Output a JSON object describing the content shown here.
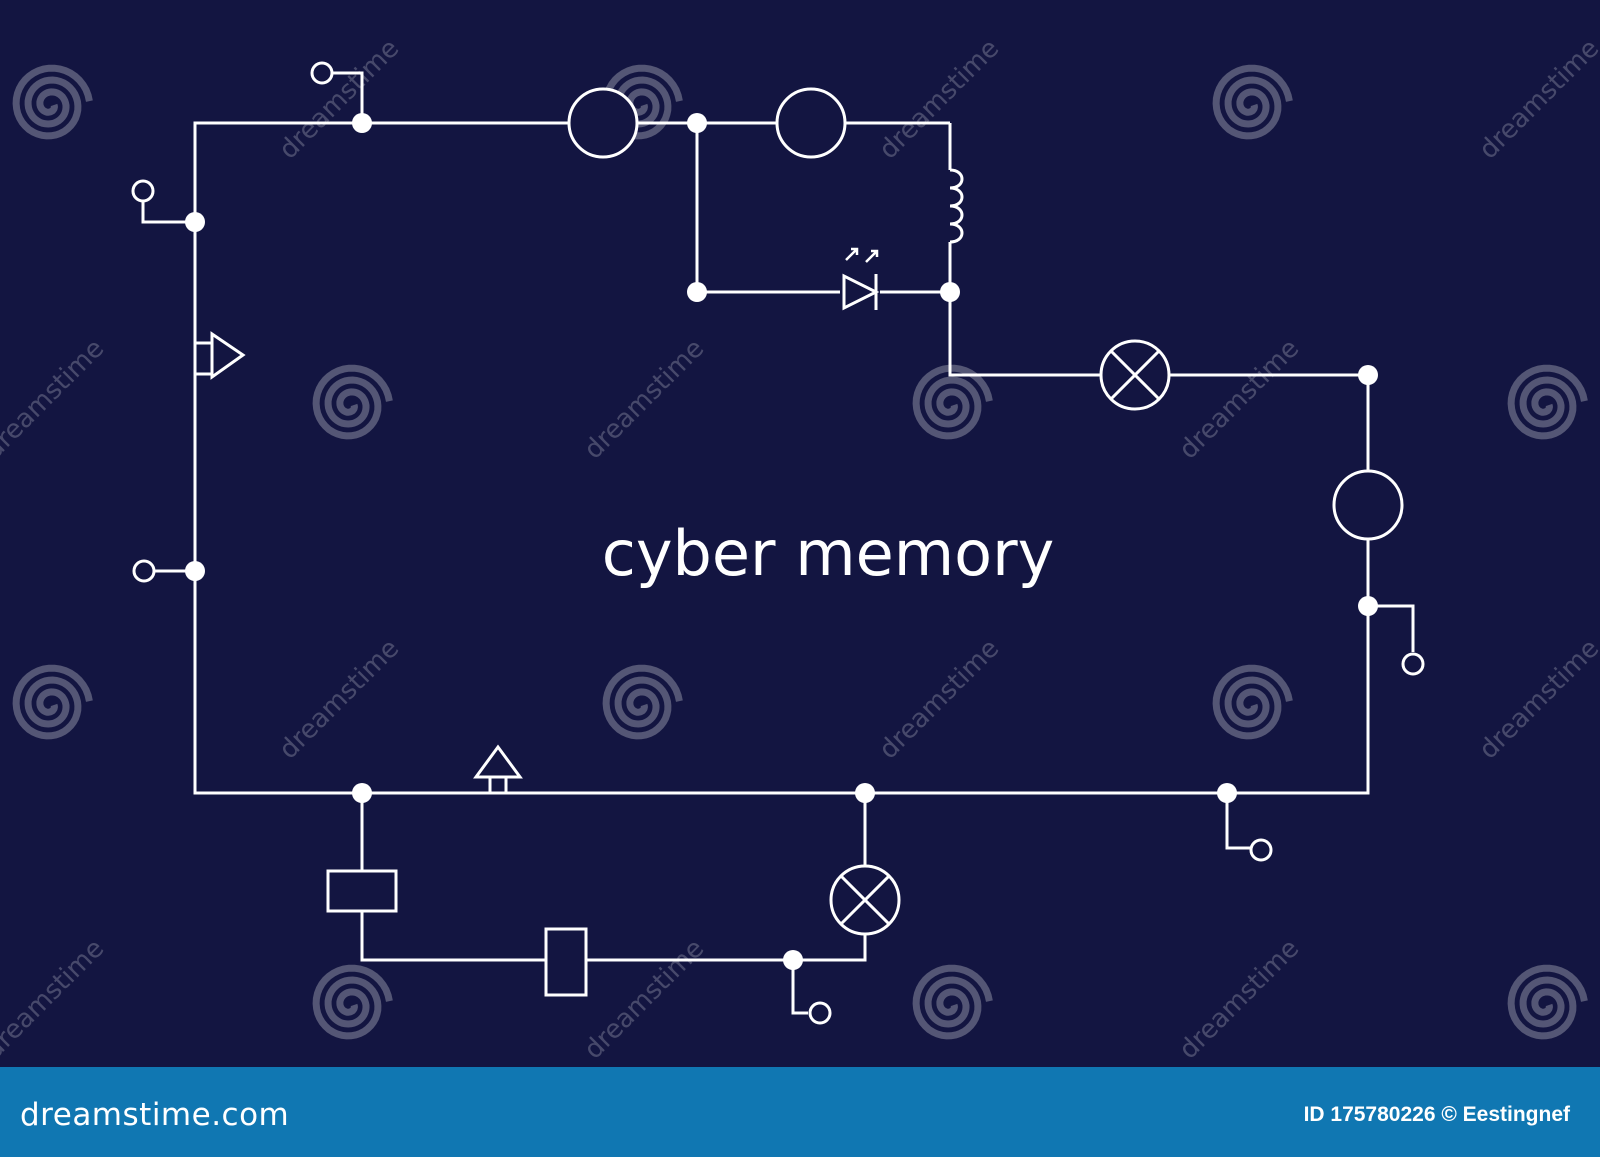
{
  "diagram": {
    "title": "cyber memory",
    "background_color": "#131541",
    "line_color": "#ffffff",
    "watermark_text": "dreamstime"
  },
  "footer": {
    "brand": "dreamstime.com",
    "credit": "ID 175780226 © Eestingnef",
    "background_color": "#1077b2"
  }
}
